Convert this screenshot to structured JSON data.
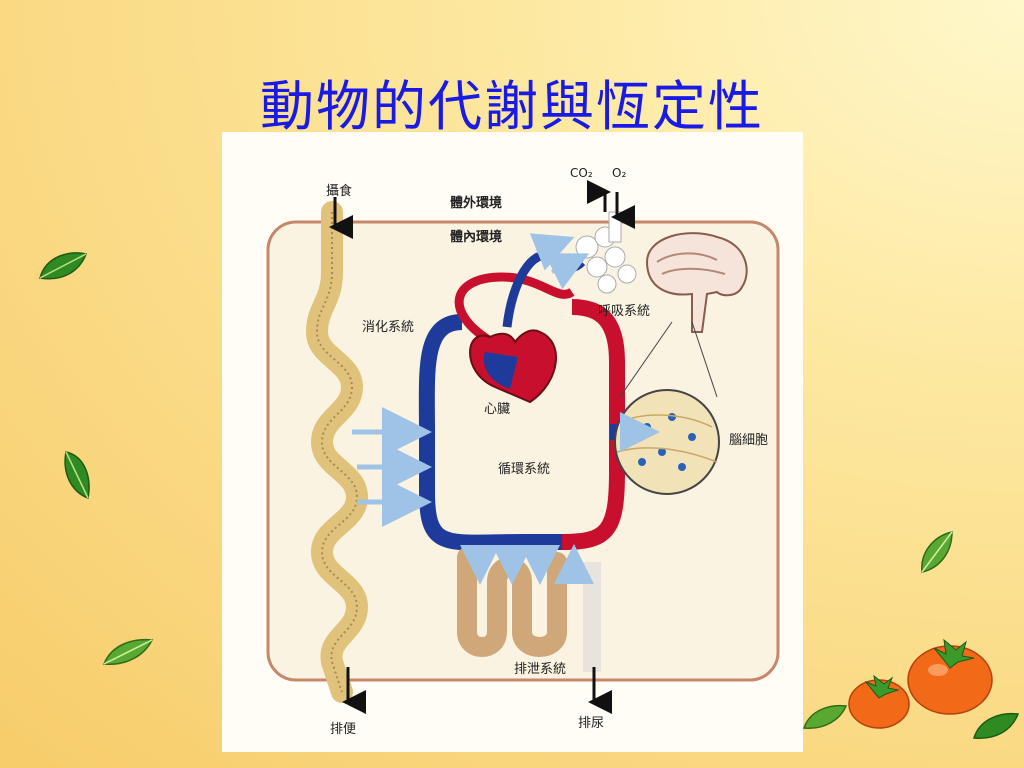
{
  "slide": {
    "title": "動物的代謝與恆定性"
  },
  "diagram": {
    "labels": {
      "ingestion": "攝食",
      "external_env": "體外環境",
      "internal_env": "體內環境",
      "co2": "CO₂",
      "o2": "O₂",
      "respiratory": "呼吸系統",
      "digestive": "消化系統",
      "heart": "心臟",
      "brain_cell": "腦細胞",
      "circulatory": "循環系統",
      "excretory": "排泄系統",
      "feces": "排便",
      "urine": "排尿"
    }
  },
  "colors": {
    "title": "#1a1ae6",
    "artery": "#c8102e",
    "vein": "#1e3a9a",
    "body_outline": "#c8866a",
    "flow_arrow": "#9ec3e6"
  },
  "icons": [
    "leaf-icon",
    "persimmon-icon"
  ]
}
